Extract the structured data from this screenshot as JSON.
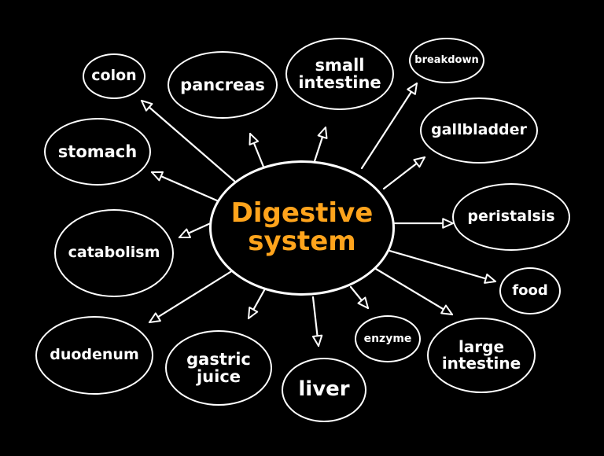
{
  "center": {
    "label": "Digestive\nsystem",
    "color": "#ffa41c"
  },
  "nodes": [
    {
      "id": "colon",
      "label": "colon"
    },
    {
      "id": "pancreas",
      "label": "pancreas"
    },
    {
      "id": "small-intestine",
      "label": "small\nintestine"
    },
    {
      "id": "breakdown",
      "label": "breakdown"
    },
    {
      "id": "stomach",
      "label": "stomach"
    },
    {
      "id": "gallbladder",
      "label": "gallbladder"
    },
    {
      "id": "catabolism",
      "label": "catabolism"
    },
    {
      "id": "peristalsis",
      "label": "peristalsis"
    },
    {
      "id": "food",
      "label": "food"
    },
    {
      "id": "duodenum",
      "label": "duodenum"
    },
    {
      "id": "gastric-juice",
      "label": "gastric\njuice"
    },
    {
      "id": "liver",
      "label": "liver"
    },
    {
      "id": "enzyme",
      "label": "enzyme"
    },
    {
      "id": "large-intestine",
      "label": "large\nintestine"
    }
  ],
  "colors": {
    "background": "#000000",
    "stroke": "#ffffff",
    "text": "#ffffff"
  }
}
